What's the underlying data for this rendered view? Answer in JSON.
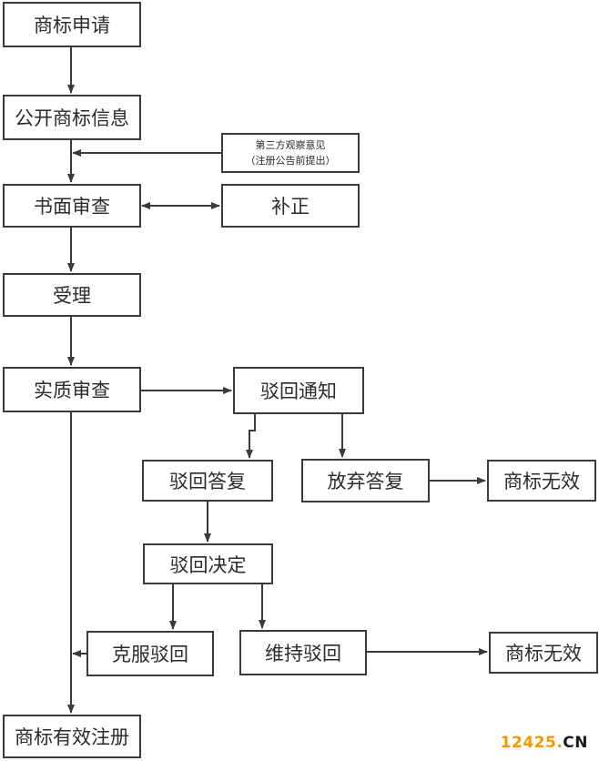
{
  "nodes": {
    "apply": "商标申请",
    "publish": "公开商标信息",
    "third_party_line1": "第三方观察意见",
    "third_party_line2": "（注册公告前提出）",
    "formal_exam": "书面审查",
    "correction": "补正",
    "acceptance": "受理",
    "substantive_exam": "实质审查",
    "rejection_notice": "驳回通知",
    "rejection_reply": "驳回答复",
    "abandon_reply": "放弃答复",
    "invalid_1": "商标无效",
    "rejection_decision": "驳回决定",
    "overcome_rejection": "克服驳回",
    "maintain_rejection": "维持驳回",
    "invalid_2": "商标无效",
    "valid_registration": "商标有效注册"
  },
  "watermark": {
    "number": "12425",
    "dot": ".",
    "tld": "CN"
  },
  "colors": {
    "line": "#3a3a3a",
    "text": "#2b2b2b",
    "watermark_number": "#f39800",
    "watermark_tld": "#1a1a1a"
  }
}
